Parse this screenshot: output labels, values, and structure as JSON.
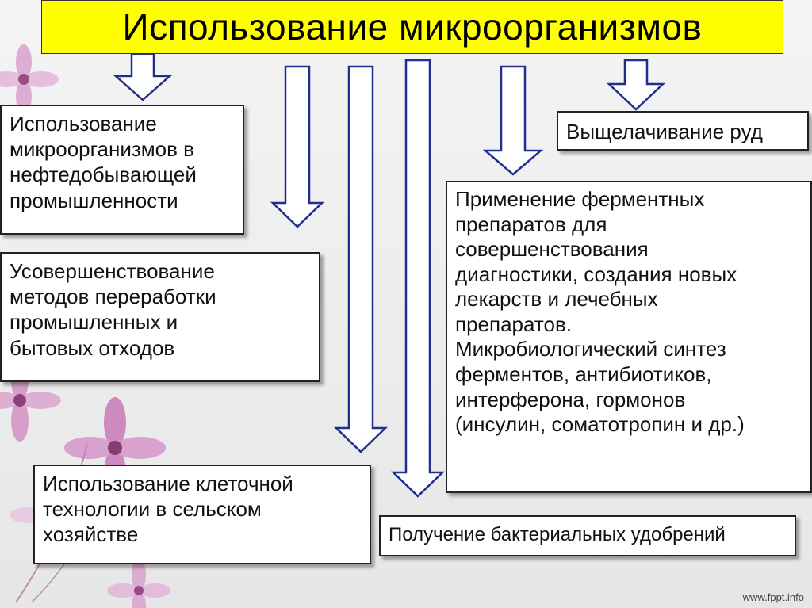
{
  "title": "Использование микроорганизмов",
  "boxes": {
    "oil": "Использование\nмикроорганизмов в\nнефтедобывающей\nпромышленности",
    "waste": "Усовершенствование\nметодов переработки\nпромышленных и\nбытовых отходов",
    "agri": "Использование клеточной\nтехнологии в сельском\nхозяйстве",
    "fertilizer": "Получение бактериальных удобрений",
    "medicine": "Применение ферментных\nпрепаратов для\nсовершенствования\nдиагностики, создания новых\nлекарств и лечебных\nпрепаратов.\nМикробиологический синтез\nферментов, антибиотиков,\nинтерферона, гормонов\n(инсулин, соматотропин и др.)",
    "ores": "Выщелачивание руд"
  },
  "watermark": "www.fppt.info",
  "colors": {
    "title_bg": "#ffff00",
    "arrow_stroke": "#1f2f8f",
    "arrow_fill": "#ffffff",
    "flower": "#c879b8"
  }
}
